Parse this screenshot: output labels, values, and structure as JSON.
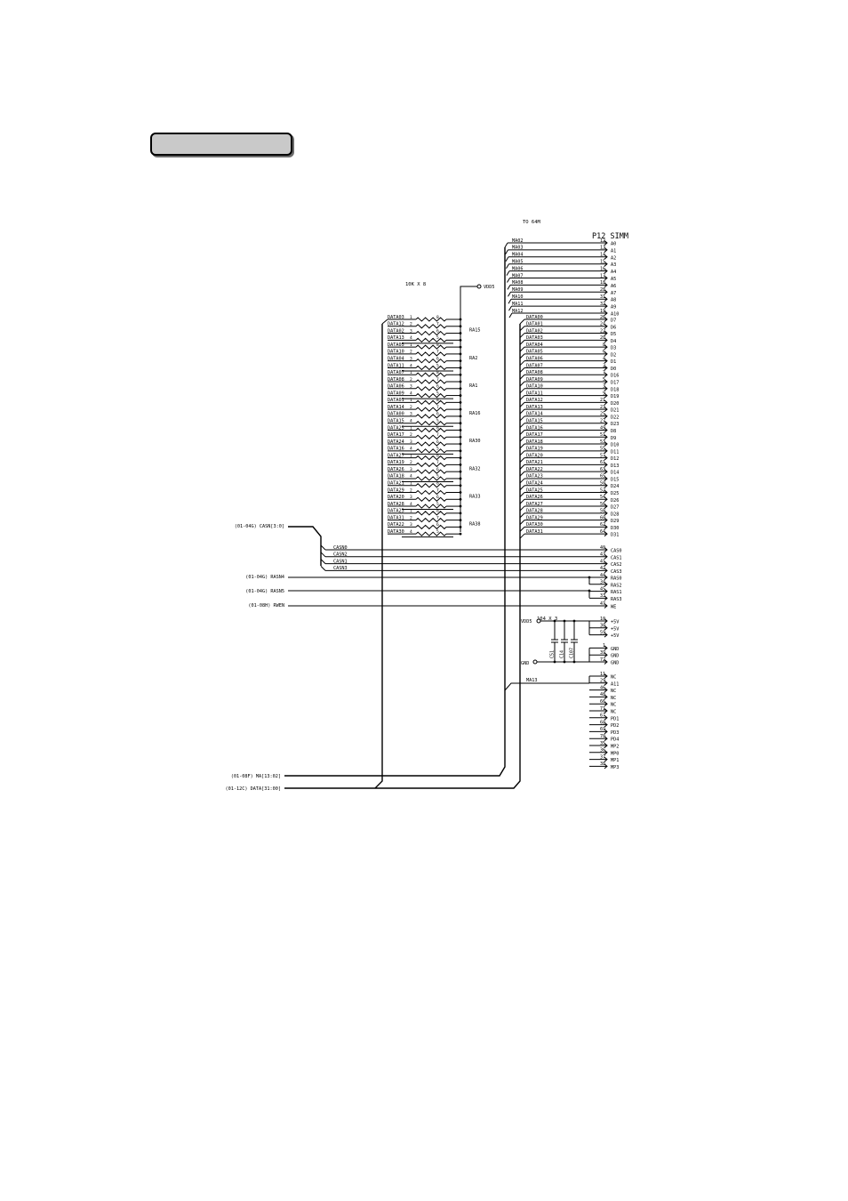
{
  "header": {
    "to_label": "TO 64M",
    "connector_title": "P12 SIMM"
  },
  "resistor_array": {
    "value_label": "10K X 8",
    "vdd_label": "VDD5",
    "packs": [
      {
        "ref": "RA15",
        "rows": [
          {
            "net": "DATA03",
            "pin_in": "1",
            "pin_out": "8"
          },
          {
            "net": "DATA12",
            "pin_in": "2",
            "pin_out": "7"
          },
          {
            "net": "DATA02",
            "pin_in": "3",
            "pin_out": "6"
          },
          {
            "net": "DATA13",
            "pin_in": "4",
            "pin_out": "5"
          }
        ]
      },
      {
        "ref": "RA2",
        "rows": [
          {
            "net": "DATA05",
            "pin_in": "1",
            "pin_out": "8"
          },
          {
            "net": "DATA10",
            "pin_in": "2",
            "pin_out": "7"
          },
          {
            "net": "DATA04",
            "pin_in": "3",
            "pin_out": "6"
          },
          {
            "net": "DATA11",
            "pin_in": "4",
            "pin_out": "5"
          }
        ]
      },
      {
        "ref": "RA1",
        "rows": [
          {
            "net": "DATA07",
            "pin_in": "1",
            "pin_out": "8"
          },
          {
            "net": "DATA08",
            "pin_in": "2",
            "pin_out": "7"
          },
          {
            "net": "DATA06",
            "pin_in": "3",
            "pin_out": "6"
          },
          {
            "net": "DATA09",
            "pin_in": "4",
            "pin_out": "5"
          }
        ]
      },
      {
        "ref": "RA16",
        "rows": [
          {
            "net": "DATA01",
            "pin_in": "1",
            "pin_out": "8"
          },
          {
            "net": "DATA14",
            "pin_in": "2",
            "pin_out": "7"
          },
          {
            "net": "DATA00",
            "pin_in": "3",
            "pin_out": "6"
          },
          {
            "net": "DATA15",
            "pin_in": "4",
            "pin_out": "5"
          }
        ]
      },
      {
        "ref": "RA30",
        "rows": [
          {
            "net": "DATA25",
            "pin_in": "1",
            "pin_out": "8"
          },
          {
            "net": "DATA17",
            "pin_in": "2",
            "pin_out": "7"
          },
          {
            "net": "DATA24",
            "pin_in": "3",
            "pin_out": "6"
          },
          {
            "net": "DATA16",
            "pin_in": "4",
            "pin_out": "5"
          }
        ]
      },
      {
        "ref": "RA32",
        "rows": [
          {
            "net": "DATA27",
            "pin_in": "1",
            "pin_out": "8"
          },
          {
            "net": "DATA19",
            "pin_in": "2",
            "pin_out": "7"
          },
          {
            "net": "DATA26",
            "pin_in": "3",
            "pin_out": "6"
          },
          {
            "net": "DATA18",
            "pin_in": "4",
            "pin_out": "5"
          }
        ]
      },
      {
        "ref": "RA33",
        "rows": [
          {
            "net": "DATA21",
            "pin_in": "1",
            "pin_out": "8"
          },
          {
            "net": "DATA29",
            "pin_in": "2",
            "pin_out": "7"
          },
          {
            "net": "DATA20",
            "pin_in": "3",
            "pin_out": "6"
          },
          {
            "net": "DATA28",
            "pin_in": "4",
            "pin_out": "5"
          }
        ]
      },
      {
        "ref": "RA38",
        "rows": [
          {
            "net": "DATA23",
            "pin_in": "1",
            "pin_out": "8"
          },
          {
            "net": "DATA31",
            "pin_in": "2",
            "pin_out": "7"
          },
          {
            "net": "DATA22",
            "pin_in": "3",
            "pin_out": "6"
          },
          {
            "net": "DATA30",
            "pin_in": "4",
            "pin_out": "5"
          }
        ]
      }
    ]
  },
  "address_pins": [
    {
      "net": "MA02",
      "pin": "12",
      "name": "A0"
    },
    {
      "net": "MA03",
      "pin": "13",
      "name": "A1"
    },
    {
      "net": "MA04",
      "pin": "14",
      "name": "A2"
    },
    {
      "net": "MA05",
      "pin": "15",
      "name": "A3"
    },
    {
      "net": "MA06",
      "pin": "16",
      "name": "A4"
    },
    {
      "net": "MA07",
      "pin": "17",
      "name": "A5"
    },
    {
      "net": "MA08",
      "pin": "18",
      "name": "A6"
    },
    {
      "net": "MA09",
      "pin": "28",
      "name": "A7"
    },
    {
      "net": "MA10",
      "pin": "31",
      "name": "A8"
    },
    {
      "net": "MA11",
      "pin": "32",
      "name": "A9"
    },
    {
      "net": "MA12",
      "pin": "19",
      "name": "A10"
    }
  ],
  "data_pins": [
    {
      "net": "DATA00",
      "pin": "26",
      "name": "D7"
    },
    {
      "net": "DATA01",
      "pin": "24",
      "name": "D6"
    },
    {
      "net": "DATA02",
      "pin": "22",
      "name": "D5"
    },
    {
      "net": "DATA03",
      "pin": "20",
      "name": "D4"
    },
    {
      "net": "DATA04",
      "pin": "8",
      "name": "D3"
    },
    {
      "net": "DATA05",
      "pin": "6",
      "name": "D2"
    },
    {
      "net": "DATA06",
      "pin": "4",
      "name": "D1"
    },
    {
      "net": "DATA07",
      "pin": "2",
      "name": "D0"
    },
    {
      "net": "DATA08",
      "pin": "7",
      "name": "D16"
    },
    {
      "net": "DATA09",
      "pin": "5",
      "name": "D17"
    },
    {
      "net": "DATA10",
      "pin": "3",
      "name": "D18"
    },
    {
      "net": "DATA11",
      "pin": "9",
      "name": "D19"
    },
    {
      "net": "DATA12",
      "pin": "21",
      "name": "D20"
    },
    {
      "net": "DATA13",
      "pin": "23",
      "name": "D21"
    },
    {
      "net": "DATA14",
      "pin": "25",
      "name": "D22"
    },
    {
      "net": "DATA15",
      "pin": "27",
      "name": "D23"
    },
    {
      "net": "DATA16",
      "pin": "49",
      "name": "D8"
    },
    {
      "net": "DATA17",
      "pin": "51",
      "name": "D9"
    },
    {
      "net": "DATA18",
      "pin": "53",
      "name": "D10"
    },
    {
      "net": "DATA19",
      "pin": "55",
      "name": "D11"
    },
    {
      "net": "DATA20",
      "pin": "57",
      "name": "D12"
    },
    {
      "net": "DATA21",
      "pin": "61",
      "name": "D13"
    },
    {
      "net": "DATA22",
      "pin": "63",
      "name": "D14"
    },
    {
      "net": "DATA23",
      "pin": "65",
      "name": "D15"
    },
    {
      "net": "DATA24",
      "pin": "50",
      "name": "D24"
    },
    {
      "net": "DATA25",
      "pin": "52",
      "name": "D25"
    },
    {
      "net": "DATA26",
      "pin": "54",
      "name": "D26"
    },
    {
      "net": "DATA27",
      "pin": "56",
      "name": "D27"
    },
    {
      "net": "DATA28",
      "pin": "58",
      "name": "D28"
    },
    {
      "net": "DATA29",
      "pin": "60",
      "name": "D29"
    },
    {
      "net": "DATA30",
      "pin": "62",
      "name": "D30"
    },
    {
      "net": "DATA31",
      "pin": "64",
      "name": "D31"
    }
  ],
  "cas_bus": {
    "label": "(01-04G) CASN[3:0]",
    "lines": [
      {
        "net": "CASN0",
        "pin": "40",
        "name": "CAS0"
      },
      {
        "net": "CASN2",
        "pin": "43",
        "name": "CAS1"
      },
      {
        "net": "CASN1",
        "pin": "41",
        "name": "CAS2"
      },
      {
        "net": "CASN3",
        "pin": "42",
        "name": "CAS3"
      }
    ]
  },
  "ras_pins": [
    {
      "pin": "44",
      "name": "RAS0"
    },
    {
      "pin": "34",
      "name": "RAS2"
    },
    {
      "pin": "45",
      "name": "RAS1"
    },
    {
      "pin": "33",
      "name": "RAS3"
    }
  ],
  "ras_signals": [
    {
      "label": "(01-04G) RASN4"
    },
    {
      "label": "(01-04G) RASN5"
    }
  ],
  "we_signal": {
    "label": "(01-08H) RWEN",
    "pin": "47",
    "name": "WE"
  },
  "power": {
    "vdd_label": "VDD5",
    "gnd_label": "GND",
    "cap_value": "104 X 3",
    "caps": [
      "C51",
      "C14",
      "C107"
    ],
    "vcc_pins": [
      {
        "pin": "10",
        "name": "+5V"
      },
      {
        "pin": "30",
        "name": "+5V"
      },
      {
        "pin": "59",
        "name": "+5V"
      }
    ],
    "gnd_pins": [
      {
        "pin": "1",
        "name": "GND"
      },
      {
        "pin": "39",
        "name": "GND"
      },
      {
        "pin": "72",
        "name": "GND"
      }
    ]
  },
  "misc_signal": {
    "net": "MA13"
  },
  "misc_pins": [
    {
      "pin": "11",
      "name": "NC"
    },
    {
      "pin": "29",
      "name": "A11"
    },
    {
      "pin": "46",
      "name": "NC"
    },
    {
      "pin": "48",
      "name": "NC"
    },
    {
      "pin": "66",
      "name": "NC"
    },
    {
      "pin": "71",
      "name": "NC"
    },
    {
      "pin": "67",
      "name": "PD1"
    },
    {
      "pin": "68",
      "name": "PD2"
    },
    {
      "pin": "69",
      "name": "PD3"
    },
    {
      "pin": "70",
      "name": "PD4"
    },
    {
      "pin": "35",
      "name": "MP2"
    },
    {
      "pin": "36",
      "name": "MP0"
    },
    {
      "pin": "37",
      "name": "MP1"
    },
    {
      "pin": "38",
      "name": "MP3"
    }
  ],
  "buses": [
    {
      "label": "(01-08F) MA[13:02]"
    },
    {
      "label": "(01-12C) DATA[31:00]"
    }
  ]
}
